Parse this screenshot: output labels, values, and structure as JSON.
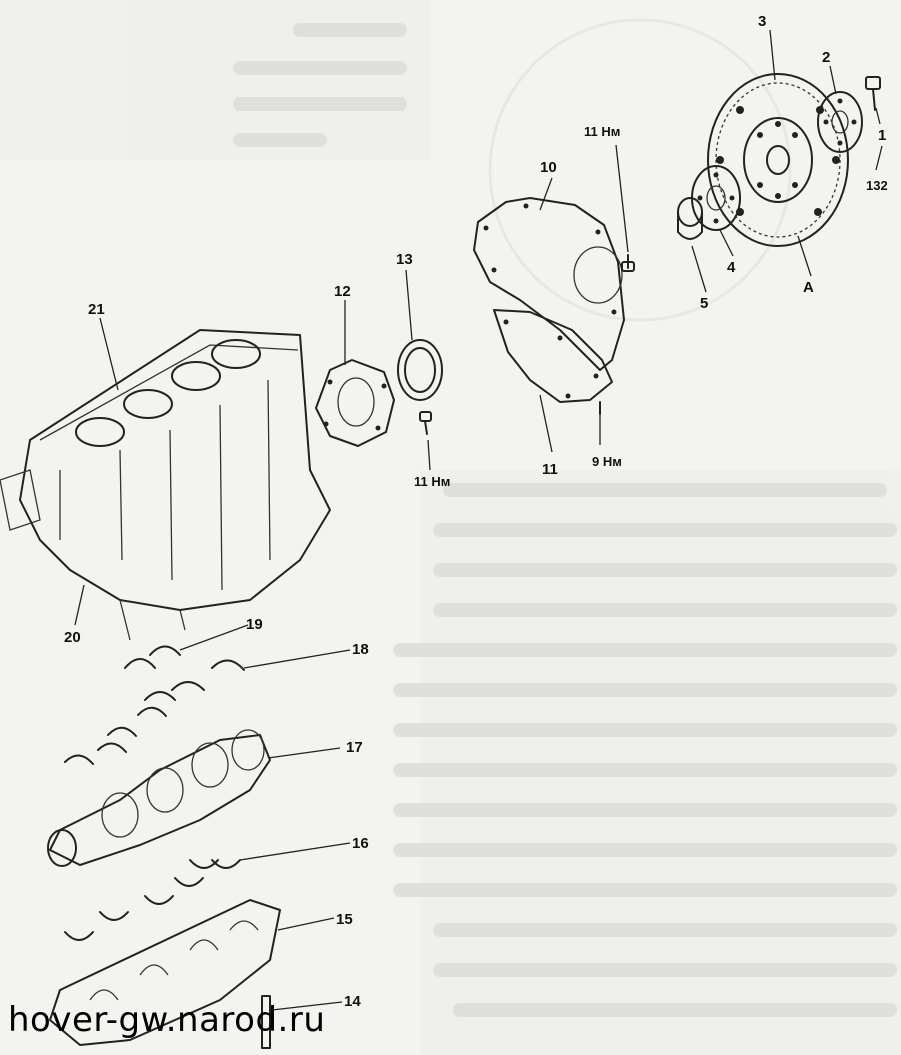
{
  "watermark": "hover-gw.narod.ru",
  "callouts": [
    {
      "id": "c1",
      "text": "1"
    },
    {
      "id": "c2",
      "text": "2"
    },
    {
      "id": "c3",
      "text": "3"
    },
    {
      "id": "c4",
      "text": "4"
    },
    {
      "id": "c5",
      "text": "5"
    },
    {
      "id": "c10",
      "text": "10"
    },
    {
      "id": "c11",
      "text": "11"
    },
    {
      "id": "c12",
      "text": "12"
    },
    {
      "id": "c13",
      "text": "13"
    },
    {
      "id": "c14",
      "text": "14"
    },
    {
      "id": "c15",
      "text": "15"
    },
    {
      "id": "c16",
      "text": "16"
    },
    {
      "id": "c17",
      "text": "17"
    },
    {
      "id": "c18",
      "text": "18"
    },
    {
      "id": "c19",
      "text": "19"
    },
    {
      "id": "c20",
      "text": "20"
    },
    {
      "id": "c21",
      "text": "21"
    },
    {
      "id": "cA",
      "text": "A"
    }
  ],
  "torque_labels": [
    {
      "id": "t132",
      "text": "132"
    },
    {
      "id": "t11a",
      "text": "11 Нм"
    },
    {
      "id": "t11b",
      "text": "11 Нм"
    },
    {
      "id": "t9",
      "text": "9 Нм"
    }
  ]
}
